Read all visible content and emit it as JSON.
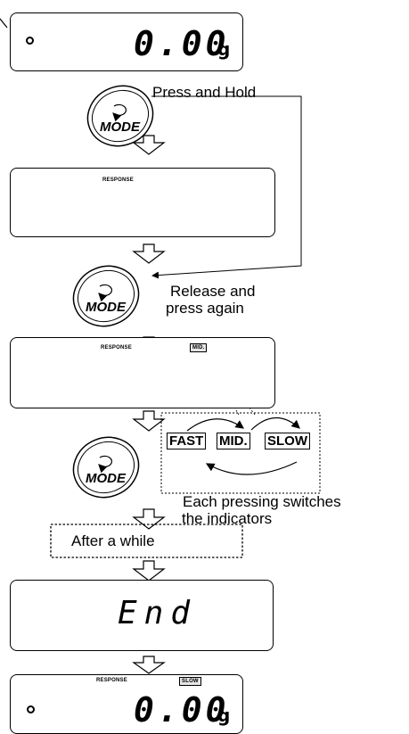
{
  "display1": {
    "reading": "0.00",
    "unit": "g"
  },
  "step1": {
    "button": "MODE",
    "instruction": "Press and Hold"
  },
  "display2": {
    "indicator": "RESPONSE"
  },
  "step2": {
    "button": "MODE",
    "instruction_line1": "Release and",
    "instruction_line2": "press again"
  },
  "display3": {
    "indicator": "RESPONSE",
    "mode_indicator": "MID."
  },
  "options": [
    "FAST",
    "MID.",
    "SLOW"
  ],
  "step3": {
    "button": "MODE",
    "instruction_line1": "Each pressing switches",
    "instruction_line2": "the indicators"
  },
  "wait": {
    "text": "After a while"
  },
  "display4": {
    "text": "End"
  },
  "display5": {
    "indicator": "RESPONSE",
    "mode_indicator": "SLOW",
    "reading": "0.00",
    "unit": "g"
  }
}
